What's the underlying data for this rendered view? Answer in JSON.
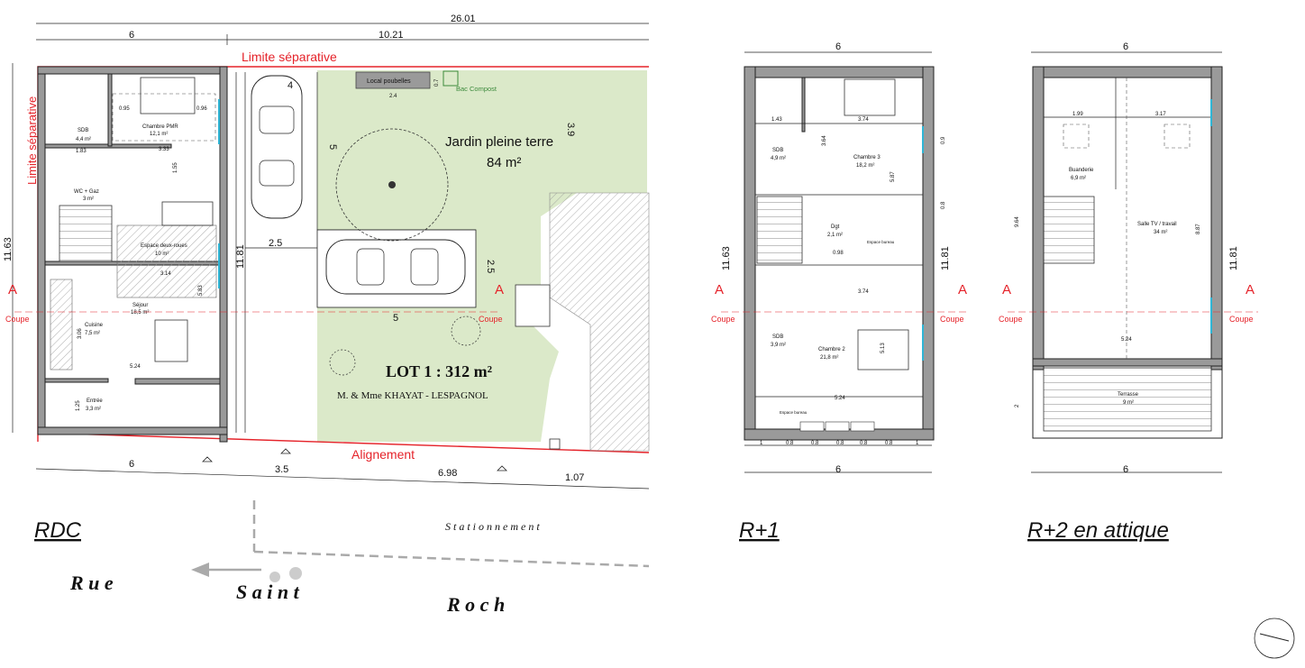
{
  "colors": {
    "boundary": "#e5232a",
    "garden": "#dbe9c9",
    "wall": "#9a9a9a",
    "compost": "#3c8a3c",
    "glass": "#2fb5d5"
  },
  "rdc": {
    "title": "RDC",
    "dims": {
      "total": "26.01",
      "left": "6",
      "mid": "10.21",
      "bottom_left": "6",
      "bottom_mid": "3.5",
      "bottom_right": "6.98",
      "bottom_far": "1.07",
      "height": "11.81",
      "height_left": "11.63",
      "garden_w": "2.5",
      "garage_w": "5",
      "car_top": "4",
      "car_depth": "5",
      "bay_depth": "2.5",
      "bottom_park": "5",
      "strip": "3.9",
      "local_w": "2.4",
      "depth_mark": "0.7"
    },
    "limit_top": "Limite séparative",
    "limit_left": "Limite séparative",
    "alignment": "Alignement",
    "local": "Local poubelles",
    "compost": "Bac Compost",
    "garden_name": "Jardin pleine terre",
    "garden_area": "84 m²",
    "lot": "LOT 1 : 312 m²",
    "owners": "M. & Mme KHAYAT - LESPAGNOL",
    "rooms": {
      "sdb": {
        "name": "SDB",
        "area": "4,4 m²"
      },
      "chambre": {
        "name": "Chambre PMR",
        "area": "12,1 m²"
      },
      "wc": {
        "name": "WC + Gaz",
        "area": "3 m²"
      },
      "deux_roues": {
        "name": "Espace deux-roues",
        "area": "10 m²"
      },
      "sejour": {
        "name": "Séjour",
        "area": "18,5 m²"
      },
      "cuisine": {
        "name": "Cuisine",
        "area": "7,5 m²"
      },
      "entree": {
        "name": "Entrée",
        "area": "3,3 m²"
      }
    },
    "inner": {
      "a": "0.95",
      "b": "0.96",
      "c": "1.83",
      "d": "3.33",
      "e": "1.55",
      "f": "3.14",
      "g": "5.83",
      "h": "3.06",
      "i": "5.24",
      "j": "1.25"
    }
  },
  "r1": {
    "title": "R+1",
    "top": "6",
    "bottom": "6",
    "height_left": "11.63",
    "height_right": "11.81",
    "rooms": {
      "sdb1": {
        "name": "SDB",
        "area": "4,9 m²"
      },
      "ch3": {
        "name": "Chambre 3",
        "area": "18,2 m²"
      },
      "dgt": {
        "name": "Dgt",
        "area": "2,1 m²"
      },
      "sdb2": {
        "name": "SDB",
        "area": "3,9 m²"
      },
      "ch2": {
        "name": "Chambre 2",
        "area": "21,8 m²"
      }
    },
    "desk1": "Espace bureau",
    "desk2": "Espace bureau",
    "inner": {
      "a": "1.43",
      "b": "3.74",
      "c": "3.64",
      "d": "5.87",
      "e": "0.9",
      "f": "0.98",
      "g": "3.74",
      "h": "5.13",
      "i": "5.24",
      "j": "0.8"
    },
    "openings": [
      "1",
      "0.8",
      "0.8",
      "0.8",
      "0.8",
      "0.8",
      "1"
    ]
  },
  "r2": {
    "title": "R+2 en attique",
    "top": "6",
    "bottom": "6",
    "height_left": "9.64",
    "height_right": "11.81",
    "depth": "2",
    "rooms": {
      "buanderie": {
        "name": "Buanderie",
        "area": "6,9 m²"
      },
      "salle": {
        "name": "Salle TV / travail",
        "area": "34 m²"
      },
      "terrasse": {
        "name": "Terrasse",
        "area": "9 m²"
      }
    },
    "inner": {
      "a": "1.99",
      "b": "3.17",
      "c": "8.87",
      "d": "5.24"
    }
  },
  "section": {
    "letter": "A",
    "word": "Coupe"
  },
  "street": {
    "parking": "S t a t i o n n e m e n t",
    "w1": "R u e",
    "w2": "S a i n t",
    "w3": "R o c h"
  }
}
